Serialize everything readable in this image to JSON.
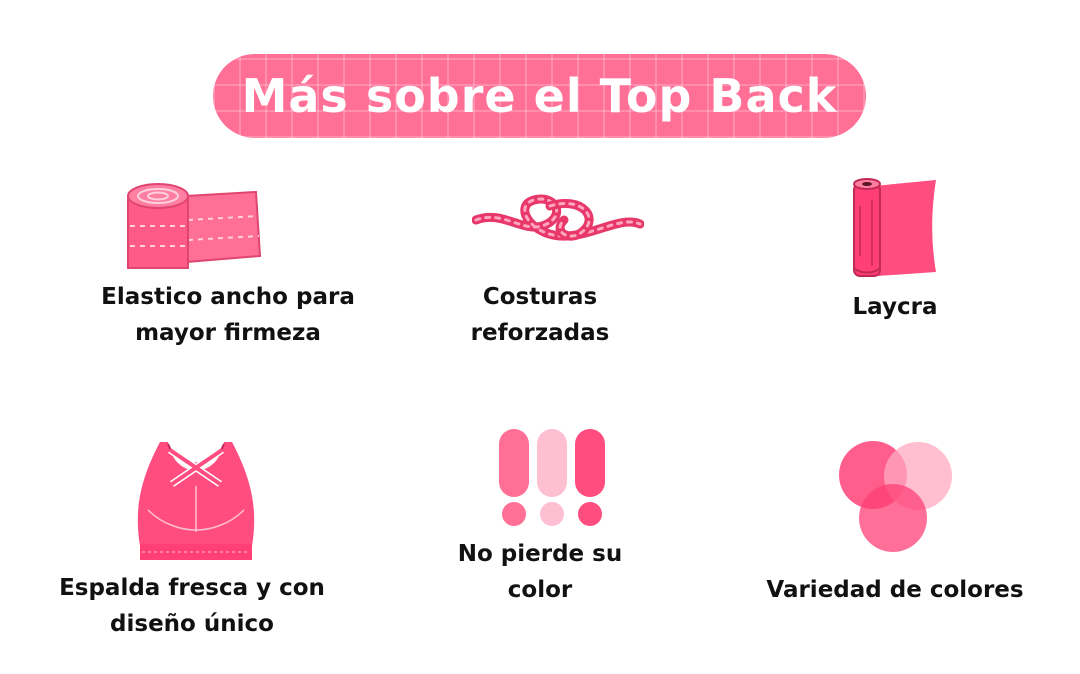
{
  "title": "Más sobre el Top Back",
  "colors": {
    "pill": "#ff6f96",
    "pink": "#ff4d80",
    "light_pink": "#ffbfd2",
    "text": "#111111"
  },
  "features": [
    {
      "icon": "elastic-band-icon",
      "line1": "Elastico ancho para",
      "line2": "mayor firmeza"
    },
    {
      "icon": "knot-icon",
      "line1": "Costuras",
      "line2": "reforzadas"
    },
    {
      "icon": "fabric-roll-icon",
      "line1": "Laycra",
      "line2": ""
    },
    {
      "icon": "sports-bra-icon",
      "line1": "Espalda fresca y con",
      "line2": "diseño único"
    },
    {
      "icon": "exclamation-marks-icon",
      "line1": "No pierde su",
      "line2": "color"
    },
    {
      "icon": "color-circles-icon",
      "line1": "Variedad de colores",
      "line2": ""
    }
  ]
}
